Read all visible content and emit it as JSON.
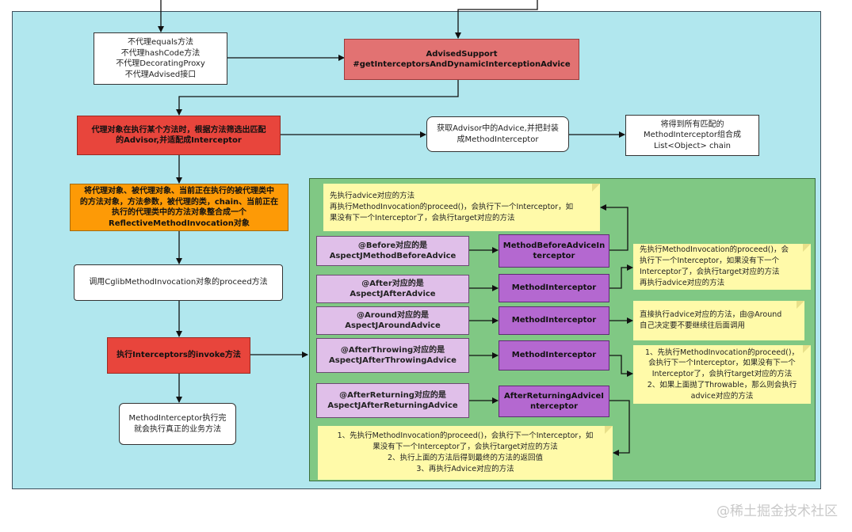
{
  "nodes": {
    "no_proxy": "不代理equals方法\n不代理hashCode方法\n不代理DecoratingProxy\n不代理Advised接口",
    "advised_support": "AdvisedSupport\n#getInterceptorsAndDynamicInterceptionAdvice",
    "filter_advisor": "代理对象在执行某个方法时，根据方法筛选出匹配\n的Advisor,并适配成Interceptor",
    "get_advice": "获取Advisor中的Advice,并把封装\n成MethodInterceptor",
    "combine_chain": "将得到所有匹配的\nMethodInterceptor组合成\nList<Object> chain",
    "build_invocation": "将代理对象、被代理对象、当前正在执行的被代理类中\n的方法对象，方法参数，被代理的类，chain、当前正在\n执行的代理类中的方法对象整合成一个\nReflectiveMethodInvocation对象",
    "call_proceed": "调用CglibMethodInvocation对象的proceed方法",
    "invoke_interceptors": "执行Interceptors的invoke方法",
    "business_method": "MethodInterceptor执行完\n就会执行真正的业务方法"
  },
  "advices": [
    {
      "label": "@Before对应的是\nAspectJMethodBeforeAdvice",
      "interceptor": "MethodBeforeAdviceIn\nterceptor"
    },
    {
      "label": "@After对应的是\nAspectJAfterAdvice",
      "interceptor": "MethodInterceptor"
    },
    {
      "label": "@Around对应的是\nAspectJAroundAdvice",
      "interceptor": "MethodInterceptor"
    },
    {
      "label": "@AfterThrowing对应的是\nAspectJAfterThrowingAdvice",
      "interceptor": "MethodInterceptor"
    },
    {
      "label": "@AfterReturning对应的是\nAspectJAfterReturningAdvice",
      "interceptor": "AfterReturningAdviceI\nnterceptor"
    }
  ],
  "notes": {
    "before": "先执行advice对应的方法\n再执行MethodInvocation的proceed()，会执行下一个Interceptor，如\n果没有下一个Interceptor了，会执行target对应的方法",
    "after": "先执行MethodInvocation的proceed()，会\n执行下一个Interceptor，如果没有下一个\nInterceptor了，会执行target对应的方法\n再执行advice对应的方法",
    "around": "直接执行advice对应的方法，由@Around\n自己决定要不要继续往后面调用",
    "after_throwing": "1、先执行MethodInvocation的proceed()，\n会执行下一个Interceptor，如果没有下一个\nInterceptor了，会执行target对应的方法\n2、如果上面抛了Throwable，那么则会执行\nadvice对应的方法",
    "after_returning": "1、先执行MethodInvocation的proceed()，会执行下一个Interceptor，如\n果没有下一个Interceptor了，会执行target对应的方法\n2、执行上面的方法后得到最终的方法的返回值\n3、再执行Advice对应的方法"
  },
  "watermark": "@稀土掘金技术社区"
}
